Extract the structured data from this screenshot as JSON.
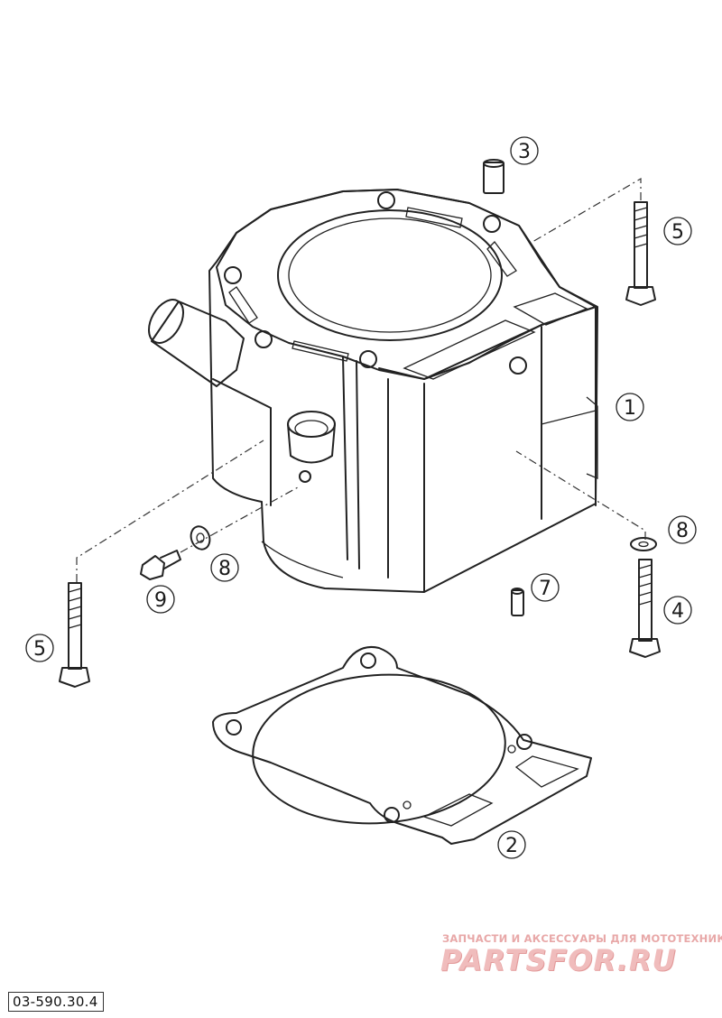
{
  "callouts": [
    {
      "id": "1",
      "label": "1"
    },
    {
      "id": "2",
      "label": "2"
    },
    {
      "id": "3",
      "label": "3"
    },
    {
      "id": "4",
      "label": "4"
    },
    {
      "id": "5a",
      "label": "5"
    },
    {
      "id": "5b",
      "label": "5"
    },
    {
      "id": "7",
      "label": "7"
    },
    {
      "id": "8a",
      "label": "8"
    },
    {
      "id": "8b",
      "label": "8"
    },
    {
      "id": "9",
      "label": "9"
    }
  ],
  "reference_code": "03-590.30.4",
  "watermark": {
    "tagline": "ЗАПЧАСТИ И АКСЕССУАРЫ ДЛЯ МОТОТЕХНИКИ",
    "logo": "PARTSFOR.RU"
  }
}
